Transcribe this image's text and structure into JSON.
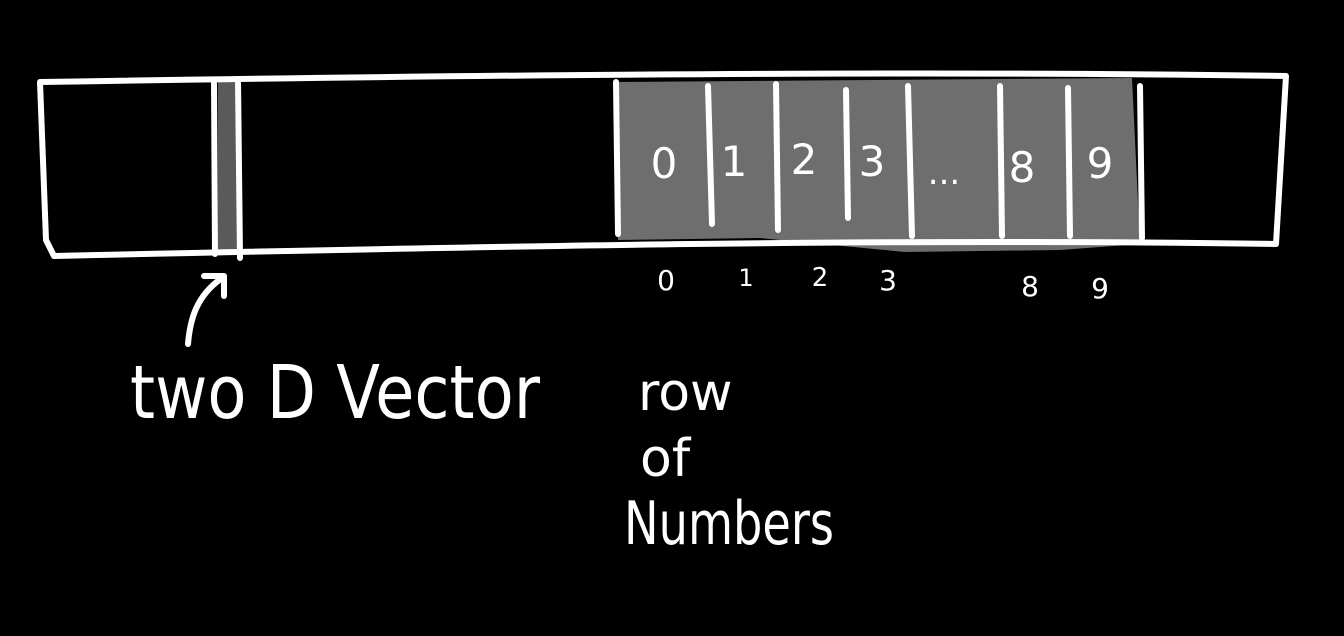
{
  "colors": {
    "background": "#000000",
    "ink": "#ffffff",
    "highlight": "#6e6e6e"
  },
  "cells": [
    "0",
    "1",
    "2",
    "3",
    "...",
    "8",
    "9"
  ],
  "indices": [
    "0",
    "1",
    "2",
    "3",
    "8",
    "9"
  ],
  "labels": {
    "pointer": "two D Vector",
    "row_line1": "row",
    "row_line2": "of",
    "row_line3": "Numbers"
  }
}
